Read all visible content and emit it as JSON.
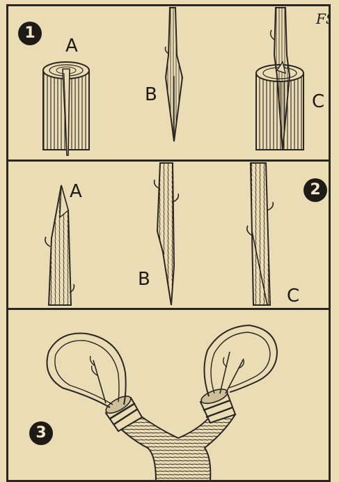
{
  "panels": [
    {
      "number": "1",
      "labels": {
        "a": "A",
        "b": "B",
        "c": "C"
      }
    },
    {
      "number": "2",
      "labels": {
        "a": "A",
        "b": "B",
        "c": "C"
      }
    },
    {
      "number": "3"
    }
  ],
  "signature": "FS.",
  "colors": {
    "paper": "#eadcb5",
    "ink": "#1e1b17"
  }
}
